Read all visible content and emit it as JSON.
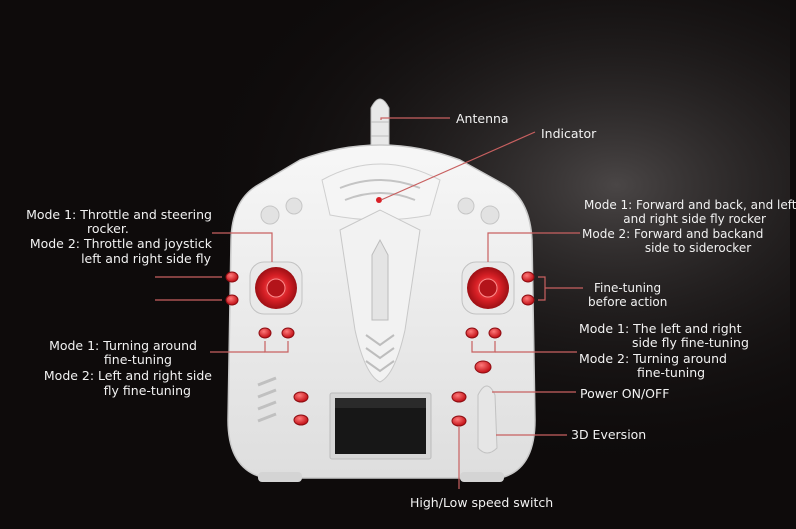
{
  "labels": {
    "antenna": "Antenna",
    "indicator": "Indicator",
    "left_mode1_line1": "Mode 1: Throttle and steering",
    "left_mode1_line2": "rocker.",
    "left_mode2_line1": "Mode 2: Throttle and joystick",
    "left_mode2_line2": "left and right side fly",
    "left_turn_line1": "Mode 1: Turning around",
    "left_turn_line2": "fine-tuning",
    "left_turn_line3": "Mode 2: Left and right side",
    "left_turn_line4": "fly fine-tuning",
    "right_mode1_line1": "Mode 1: Forward and back, and left",
    "right_mode1_line2": "and right side fly rocker",
    "right_mode2_line1": "Mode 2: Forward and backand",
    "right_mode2_line2": "side to siderocker",
    "finetune_line1": "Fine-tuning",
    "finetune_line2": "before action",
    "right_turn_line1": "Mode 1: The left and right",
    "right_turn_line2": "side fly fine-tuning",
    "right_turn_line3": "Mode 2: Turning around",
    "right_turn_line4": "fine-tuning",
    "power": "Power ON/OFF",
    "eversion": "3D Eversion",
    "speed": "High/Low speed switch"
  },
  "colors": {
    "background": "#0e0b0b",
    "controller_body": "#eeeeee",
    "accent_red": "#d91f26",
    "leader_line": "#c86060"
  }
}
